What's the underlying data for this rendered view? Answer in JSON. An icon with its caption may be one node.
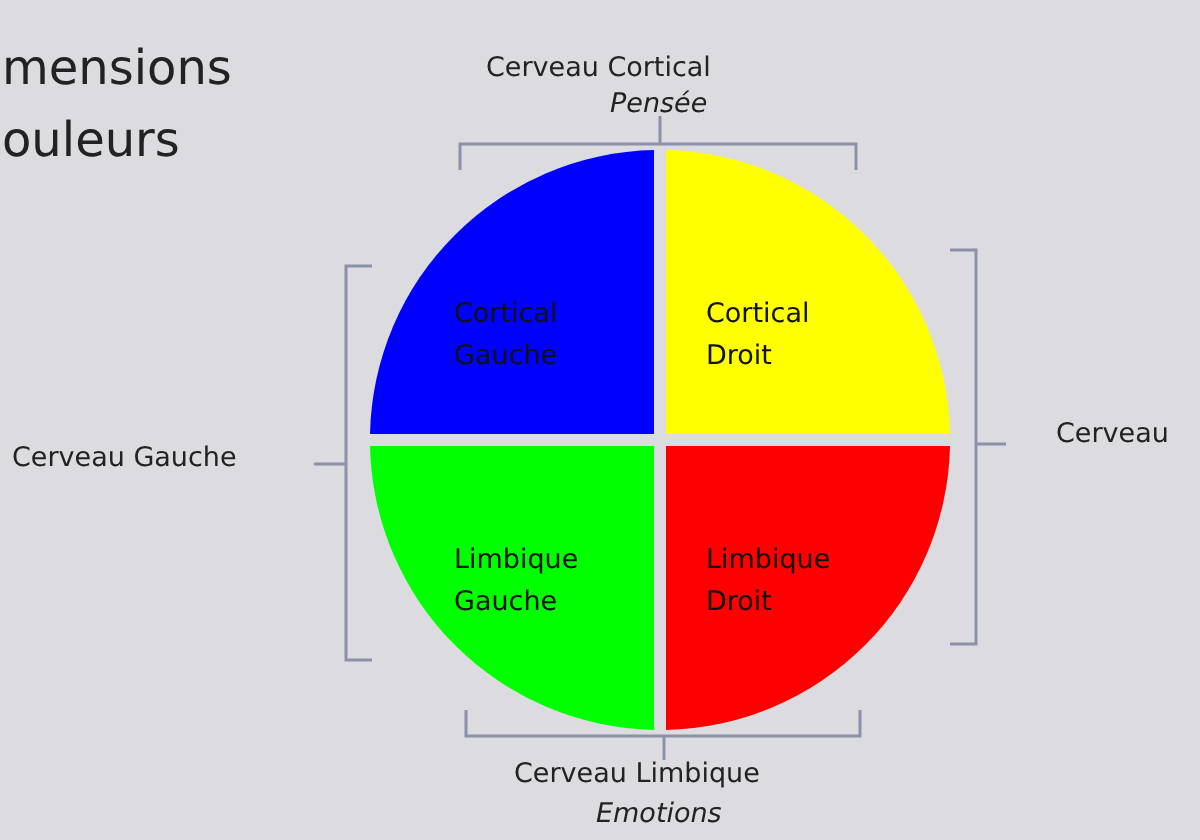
{
  "diagram": {
    "nodes": [
      {
        "text": [
          "Cortical Gauche"
        ]
      },
      {
        "text": [
          "Cortical Droit"
        ]
      },
      {
        "text": [
          "Limbique Gauche"
        ]
      },
      {
        "text": [
          "Limbique Droit"
        ]
      }
    ],
    "labels": [
      "mensions",
      "ouleurs",
      "Cerveau Cortical",
      "Pensée",
      "Cerveau Gauche",
      "Cerveau",
      "Cerveau Limbique",
      "Emotions"
    ]
  }
}
